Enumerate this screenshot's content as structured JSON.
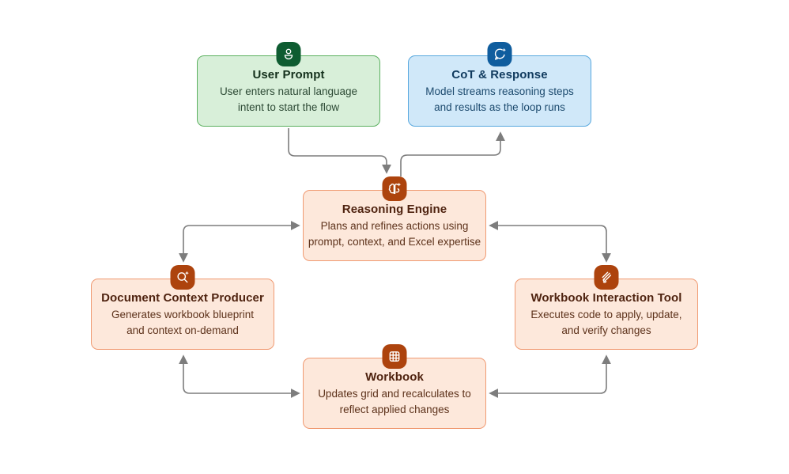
{
  "diagram": {
    "nodes": [
      {
        "id": "user-prompt",
        "title": "User Prompt",
        "description": "User enters natural language\nintent to start the flow",
        "icon": "person-icon",
        "theme": "green"
      },
      {
        "id": "cot-response",
        "title": "CoT & Response",
        "description": "Model streams reasoning steps\nand results as the loop runs",
        "icon": "chat-sparkle-icon",
        "theme": "blue"
      },
      {
        "id": "reasoning-engine",
        "title": "Reasoning Engine",
        "description": "Plans and refines actions using\nprompt, context, and Excel expertise",
        "icon": "brain-sparkle-icon",
        "theme": "orange"
      },
      {
        "id": "document-context-producer",
        "title": "Document Context Producer",
        "description": "Generates workbook blueprint\nand context on-demand",
        "icon": "search-sparkle-icon",
        "theme": "orange"
      },
      {
        "id": "workbook-interaction-tool",
        "title": "Workbook Interaction Tool",
        "description": "Executes code to apply, update,\nand verify changes",
        "icon": "signature-icon",
        "theme": "orange"
      },
      {
        "id": "workbook",
        "title": "Workbook",
        "description": "Updates grid and recalculates to\nreflect applied changes",
        "icon": "grid-icon",
        "theme": "orange"
      }
    ],
    "edges": [
      {
        "from": "user-prompt",
        "to": "reasoning-engine",
        "bidirectional": false
      },
      {
        "from": "reasoning-engine",
        "to": "cot-response",
        "bidirectional": false
      },
      {
        "from": "reasoning-engine",
        "to": "document-context-producer",
        "bidirectional": true
      },
      {
        "from": "document-context-producer",
        "to": "workbook",
        "bidirectional": true
      },
      {
        "from": "reasoning-engine",
        "to": "workbook-interaction-tool",
        "bidirectional": true
      },
      {
        "from": "workbook-interaction-tool",
        "to": "workbook",
        "bidirectional": true
      }
    ]
  },
  "colors": {
    "background": "#ffffff",
    "arrow": "#7d7d7d",
    "green_fill": "#d8efd9",
    "green_border": "#5bb05f",
    "green_icon": "#0e5c31",
    "green_title": "#14301c",
    "green_text": "#2d4a35",
    "blue_fill": "#d0e8f9",
    "blue_border": "#58a8de",
    "blue_icon": "#0f5d9e",
    "blue_title": "#103a5e",
    "blue_text": "#1c4a6e",
    "orange_fill": "#fde8db",
    "orange_border": "#f09a72",
    "orange_icon": "#ad430d",
    "orange_title": "#4f2310",
    "orange_text": "#5d321b"
  }
}
